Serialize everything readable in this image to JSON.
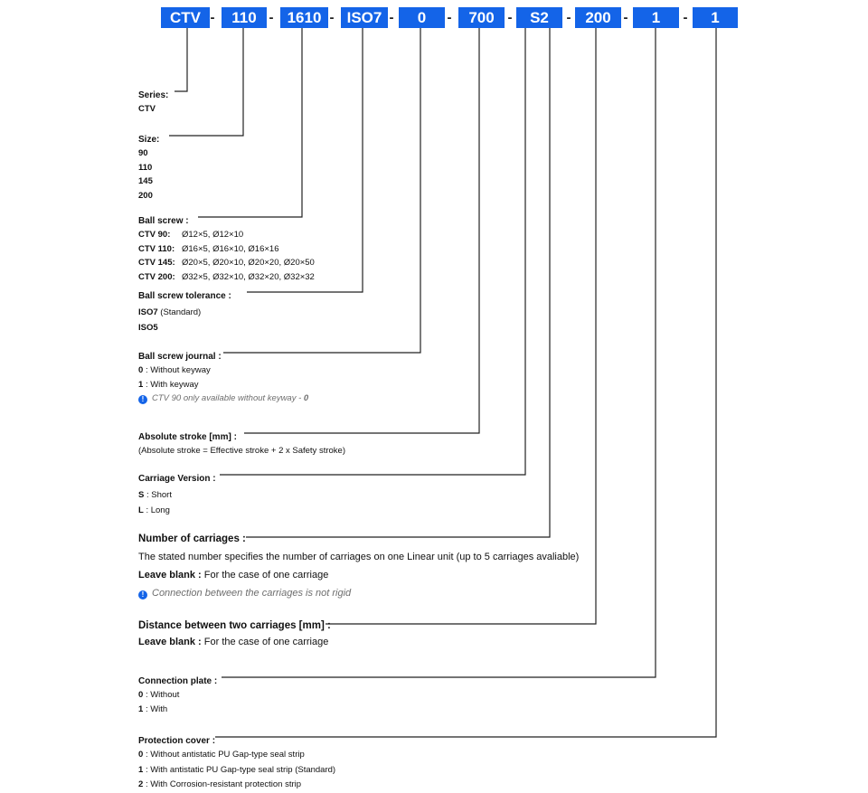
{
  "code_parts": [
    {
      "value": "CTV"
    },
    {
      "value": "110"
    },
    {
      "value": "1610"
    },
    {
      "value": "ISO7"
    },
    {
      "value": "0"
    },
    {
      "value": "700"
    },
    {
      "value": "S2"
    },
    {
      "value": "200"
    },
    {
      "value": "1"
    },
    {
      "value": "1"
    }
  ],
  "separator": "-",
  "accent_color": "#1464e8",
  "sections": {
    "series": {
      "title": "Series:",
      "lines": [
        "CTV"
      ]
    },
    "size": {
      "title": "Size:",
      "lines": [
        "90",
        "110",
        "145",
        "200"
      ]
    },
    "ball_screw": {
      "title": "Ball screw :",
      "rows": [
        {
          "label": "CTV 90:",
          "text": "Ø12×5, Ø12×10"
        },
        {
          "label": "CTV 110:",
          "text": "Ø16×5, Ø16×10, Ø16×16"
        },
        {
          "label": "CTV 145:",
          "text": "Ø20×5, Ø20×10, Ø20×20, Ø20×50"
        },
        {
          "label": "CTV 200:",
          "text": "Ø32×5, Ø32×10, Ø32×20, Ø32×32"
        }
      ]
    },
    "tolerance": {
      "title": "Ball screw tolerance :",
      "rows": [
        {
          "label": "ISO7",
          "text": "(Standard)"
        },
        {
          "label": "ISO5",
          "text": ""
        }
      ]
    },
    "journal": {
      "title": "Ball screw journal :",
      "rows": [
        {
          "label": "0",
          "text": ": Without keyway"
        },
        {
          "label": "1",
          "text": ": With keyway"
        }
      ],
      "note": "CTV 90 only available without keyway - ",
      "note_code": "0"
    },
    "stroke": {
      "title": "Absolute stroke [mm] :",
      "desc": "(Absolute stroke = Effective stroke + 2 x Safety stroke)"
    },
    "carriage_version": {
      "title": "Carriage Version :",
      "rows": [
        {
          "label": "S",
          "text": ": Short"
        },
        {
          "label": "L",
          "text": ": Long"
        }
      ]
    },
    "num_carriages": {
      "title": "Number of carriages :",
      "desc": "The stated number specifies the number of carriages on one Linear unit (up to 5 carriages avaliable)",
      "blank_label": "Leave blank :",
      "blank_text": "For the case of one carriage",
      "note": "Connection between the carriages is not rigid"
    },
    "distance": {
      "title": "Distance between two carriages [mm] :",
      "blank_label": "Leave blank :",
      "blank_text": "For the case of one carriage"
    },
    "connection_plate": {
      "title": "Connection plate :",
      "rows": [
        {
          "label": "0",
          "text": ": Without"
        },
        {
          "label": "1",
          "text": ": With"
        }
      ]
    },
    "protection_cover": {
      "title": "Protection cover :",
      "rows": [
        {
          "label": "0",
          "text": ": Without antistatic PU Gap-type seal strip"
        },
        {
          "label": "1",
          "text": ": With antistatic PU Gap-type seal strip (Standard)"
        },
        {
          "label": "2",
          "text": ": With Corrosion-resistant protection strip"
        }
      ]
    }
  }
}
